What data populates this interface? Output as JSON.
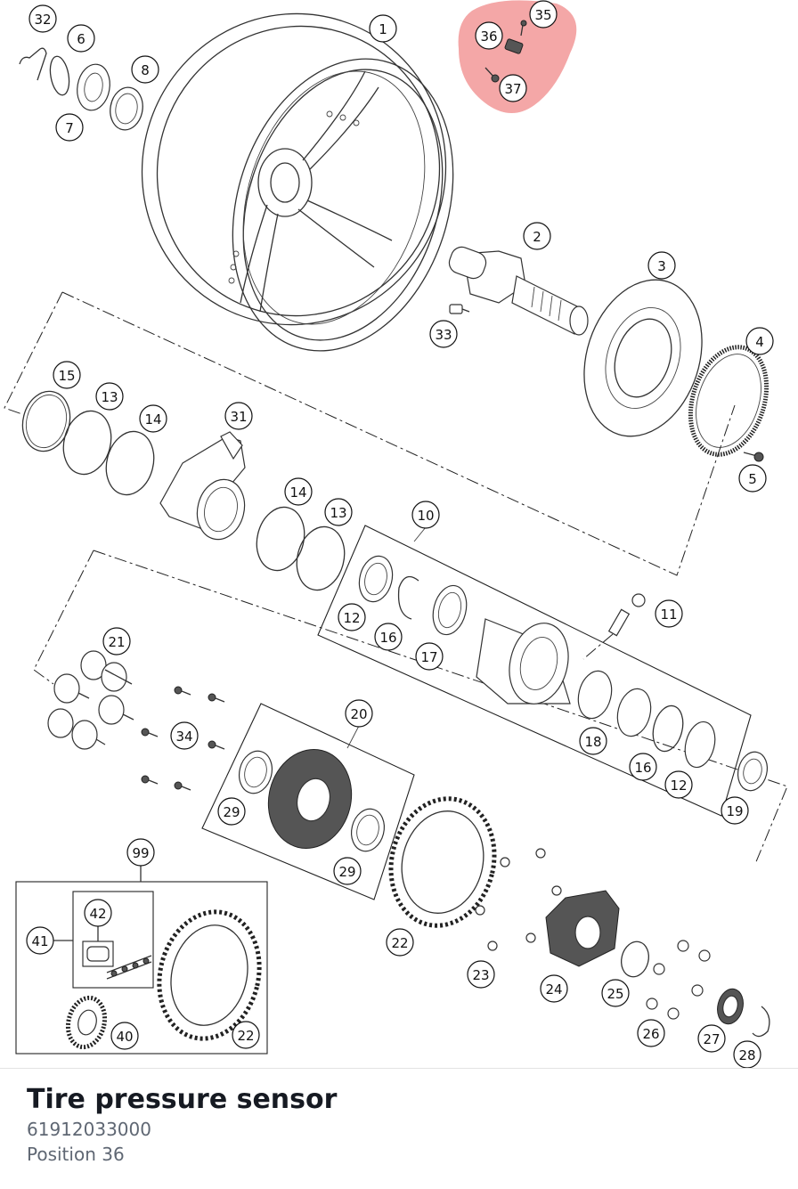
{
  "diagram": {
    "callouts": [
      {
        "id": "c1",
        "label": "1"
      },
      {
        "id": "c2",
        "label": "2"
      },
      {
        "id": "c3",
        "label": "3"
      },
      {
        "id": "c4",
        "label": "4"
      },
      {
        "id": "c5",
        "label": "5"
      },
      {
        "id": "c6",
        "label": "6"
      },
      {
        "id": "c7",
        "label": "7"
      },
      {
        "id": "c8",
        "label": "8"
      },
      {
        "id": "c10",
        "label": "10"
      },
      {
        "id": "c11",
        "label": "11"
      },
      {
        "id": "c12a",
        "label": "12"
      },
      {
        "id": "c12b",
        "label": "12"
      },
      {
        "id": "c13a",
        "label": "13"
      },
      {
        "id": "c13b",
        "label": "13"
      },
      {
        "id": "c14a",
        "label": "14"
      },
      {
        "id": "c14b",
        "label": "14"
      },
      {
        "id": "c15",
        "label": "15"
      },
      {
        "id": "c16a",
        "label": "16"
      },
      {
        "id": "c16b",
        "label": "16"
      },
      {
        "id": "c17",
        "label": "17"
      },
      {
        "id": "c18",
        "label": "18"
      },
      {
        "id": "c19",
        "label": "19"
      },
      {
        "id": "c20",
        "label": "20"
      },
      {
        "id": "c21",
        "label": "21"
      },
      {
        "id": "c22a",
        "label": "22"
      },
      {
        "id": "c22b",
        "label": "22"
      },
      {
        "id": "c23",
        "label": "23"
      },
      {
        "id": "c24",
        "label": "24"
      },
      {
        "id": "c25",
        "label": "25"
      },
      {
        "id": "c26",
        "label": "26"
      },
      {
        "id": "c27",
        "label": "27"
      },
      {
        "id": "c28",
        "label": "28"
      },
      {
        "id": "c29a",
        "label": "29"
      },
      {
        "id": "c29b",
        "label": "29"
      },
      {
        "id": "c31",
        "label": "31"
      },
      {
        "id": "c32",
        "label": "32"
      },
      {
        "id": "c33",
        "label": "33"
      },
      {
        "id": "c34",
        "label": "34"
      },
      {
        "id": "c35",
        "label": "35"
      },
      {
        "id": "c36",
        "label": "36"
      },
      {
        "id": "c37",
        "label": "37"
      },
      {
        "id": "c40",
        "label": "40"
      },
      {
        "id": "c41",
        "label": "41"
      },
      {
        "id": "c42",
        "label": "42"
      },
      {
        "id": "c99",
        "label": "99"
      }
    ],
    "highlight_color": "#f08a8a",
    "line_color": "#333333"
  },
  "part": {
    "title": "Tire pressure sensor",
    "number": "61912033000",
    "position": "Position 36"
  }
}
